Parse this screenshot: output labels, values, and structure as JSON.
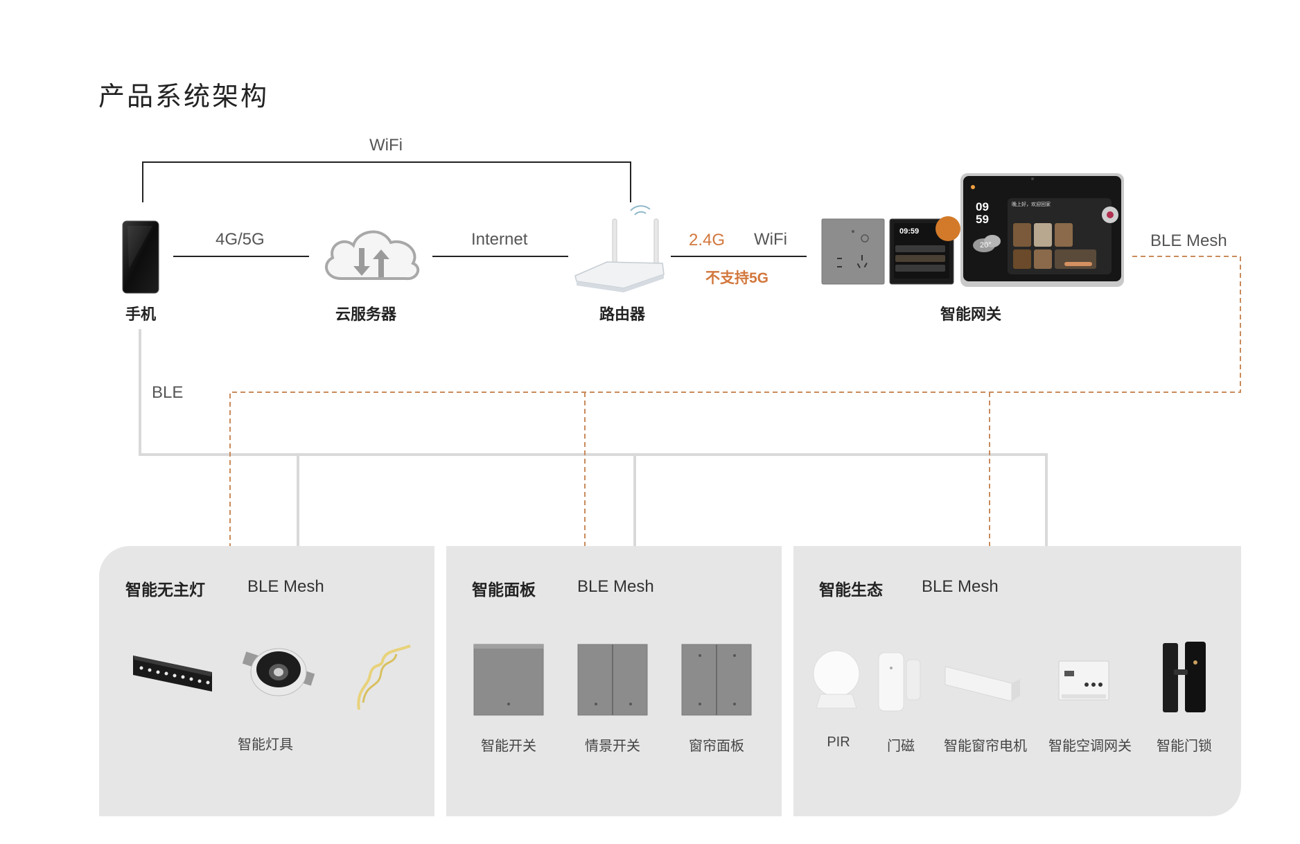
{
  "title": "产品系统架构",
  "links": {
    "wifi_top": "WiFi",
    "g45": "4G/5G",
    "internet": "Internet",
    "freq": "2.4G",
    "wifi_gateway": "WiFi",
    "no5g": "不支持5G",
    "ble_mesh": "BLE Mesh",
    "ble": "BLE"
  },
  "nodes": {
    "phone": "手机",
    "cloud": "云服务器",
    "router": "路由器",
    "gateway": "智能网关"
  },
  "screen": {
    "small_time": "09:59",
    "big_hour": "09",
    "big_min": "59",
    "temp": "20°",
    "greeting": "晚上好，欢迎回家"
  },
  "panels": [
    {
      "title": "智能无主灯",
      "protocol": "BLE Mesh",
      "items": [
        "智能灯具"
      ]
    },
    {
      "title": "智能面板",
      "protocol": "BLE Mesh",
      "items": [
        "智能开关",
        "情景开关",
        "窗帘面板"
      ]
    },
    {
      "title": "智能生态",
      "protocol": "BLE Mesh",
      "items": [
        "PIR",
        "门磁",
        "智能窗帘电机",
        "智能空调网关",
        "智能门锁"
      ]
    }
  ],
  "colors": {
    "dashed": "#c98a5a",
    "accent": "#d2773d",
    "panel_bg": "#e6e6e6",
    "ble_line": "#d9d9d9"
  }
}
